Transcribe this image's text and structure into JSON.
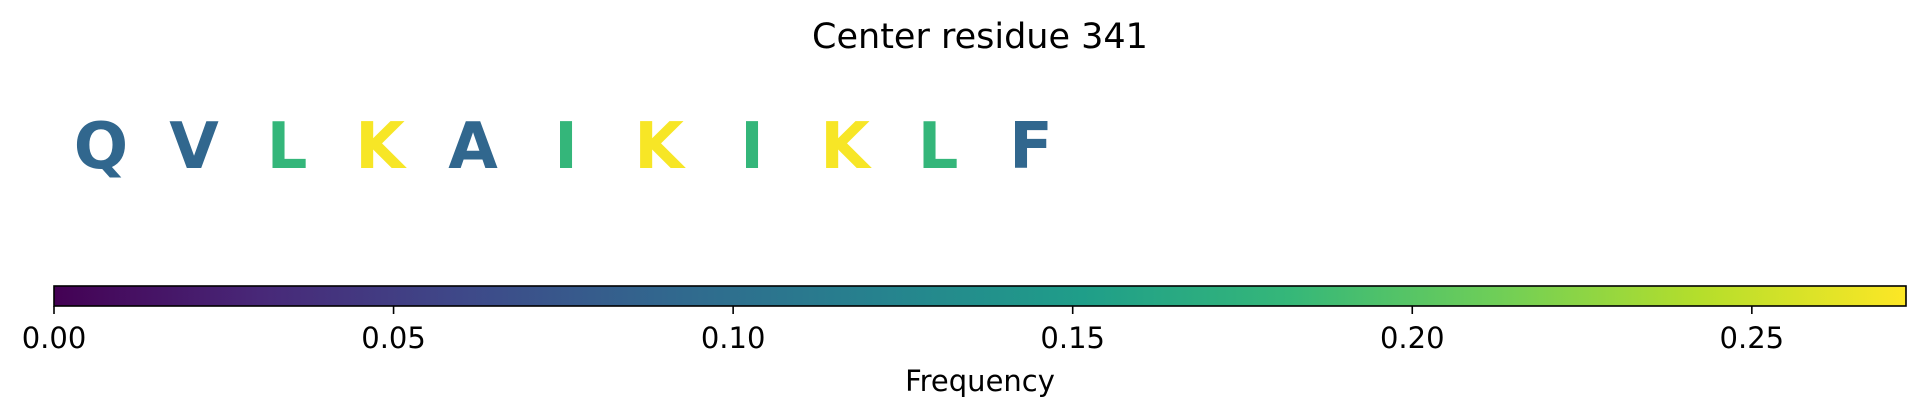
{
  "chart_data": {
    "type": "sequence_colorbar",
    "title": "Center residue 341",
    "residues": [
      {
        "letter": "Q",
        "frequency": 0.09
      },
      {
        "letter": "V",
        "frequency": 0.09
      },
      {
        "letter": "L",
        "frequency": 0.18
      },
      {
        "letter": "K",
        "frequency": 0.27
      },
      {
        "letter": "A",
        "frequency": 0.09
      },
      {
        "letter": "I",
        "frequency": 0.18
      },
      {
        "letter": "K",
        "frequency": 0.27
      },
      {
        "letter": "I",
        "frequency": 0.18
      },
      {
        "letter": "K",
        "frequency": 0.27
      },
      {
        "letter": "L",
        "frequency": 0.18
      },
      {
        "letter": "F",
        "frequency": 0.09
      }
    ],
    "colorbar": {
      "colormap": "viridis",
      "range": [
        0,
        0.2727
      ],
      "ticks": [
        0.0,
        0.05,
        0.1,
        0.15,
        0.2,
        0.25
      ],
      "tick_labels": [
        "0.00",
        "0.05",
        "0.10",
        "0.15",
        "0.20",
        "0.25"
      ],
      "xlabel": "Frequency"
    }
  }
}
